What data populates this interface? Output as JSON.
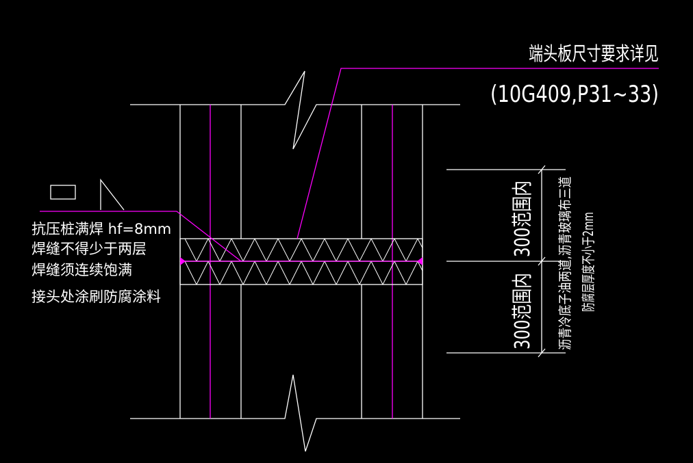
{
  "texts": {
    "endplate_note_1": "端头板尺寸要求详见",
    "endplate_note_2": "(10G409,P31~33)",
    "weld_notes": [
      "抗压桩满焊 hf=8mm",
      "焊缝不得少于两层",
      "焊缝须连续饱满",
      "接头处涂刷防腐涂料"
    ],
    "range_upper": "300范围内",
    "range_lower": "300范围内",
    "coating_notes": [
      "沥青冷底子油两道,沥青玻璃布三道",
      "防腐层厚度不小于2mm"
    ]
  },
  "colors": {
    "line": "#ffffff",
    "accent": "#ff00ff",
    "background": "#000000"
  }
}
